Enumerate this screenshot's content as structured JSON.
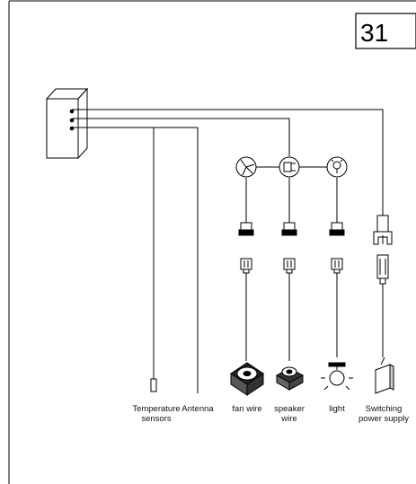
{
  "page_number": "31",
  "labels": {
    "temperature": [
      "Temperature",
      "sensors"
    ],
    "antenna": "Antenna",
    "fan": "fan wire",
    "speaker": [
      "speaker",
      "wire"
    ],
    "light": "light",
    "power": [
      "Switching",
      "power supply"
    ]
  },
  "colors": {
    "line": "#000000",
    "background": "#ffffff"
  }
}
